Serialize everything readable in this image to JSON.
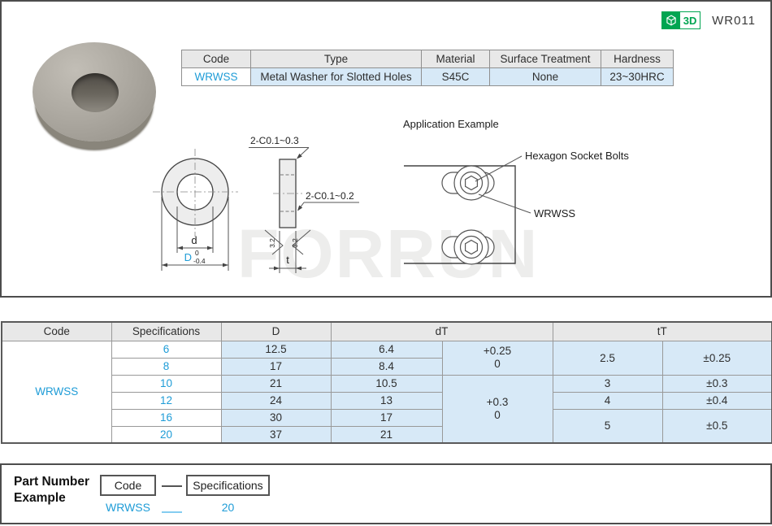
{
  "header": {
    "model_code": "WR011",
    "badge_3d": "3D"
  },
  "info_table": {
    "headers": [
      "Code",
      "Type",
      "Material",
      "Surface Treatment",
      "Hardness"
    ],
    "row": {
      "code": "WRWSS",
      "type": "Metal Washer for Slotted Holes",
      "material": "S45C",
      "surface_treatment": "None",
      "hardness": "23~30HRC"
    }
  },
  "drawing": {
    "chamfer_top": "2-C0.1~0.3",
    "chamfer_mid": "2-C0.1~0.2",
    "dim_d": "d",
    "dim_D": "D",
    "dim_D_tol_upper": "0",
    "dim_D_tol_lower": "-0.4",
    "dim_t": "t",
    "roughness": "3.2"
  },
  "application": {
    "title": "Application Example",
    "labels": {
      "bolt": "Hexagon Socket Bolts",
      "washer": "WRWSS"
    }
  },
  "watermark": "FORRUN",
  "spec_table": {
    "headers": {
      "code": "Code",
      "spec": "Specifications",
      "D": "D",
      "dT": "dT",
      "tT": "tT"
    },
    "code": "WRWSS",
    "rows": [
      {
        "spec": "6",
        "D": "12.5",
        "dT": "6.4"
      },
      {
        "spec": "8",
        "D": "17",
        "dT": "8.4"
      },
      {
        "spec": "10",
        "D": "21",
        "dT": "10.5"
      },
      {
        "spec": "12",
        "D": "24",
        "dT": "13"
      },
      {
        "spec": "16",
        "D": "30",
        "dT": "17"
      },
      {
        "spec": "20",
        "D": "37",
        "dT": "21"
      }
    ],
    "merged": {
      "dT_tol_rows_1_2": "+0.25\n0",
      "dT_tol_rows_3_6": "+0.3\n0",
      "tT_rows_1_2": "2.5",
      "tT_tol_rows_1_2": "±0.25",
      "tT_row_3": "3",
      "tT_tol_row_3": "±0.3",
      "tT_row_4": "4",
      "tT_tol_row_4": "±0.4",
      "tT_rows_5_6": "5",
      "tT_tol_rows_5_6": "±0.5"
    }
  },
  "part_number_example": {
    "title": "Part Number Example",
    "code_box_label": "Code",
    "spec_box_label": "Specifications",
    "code_value": "WRWSS",
    "spec_value": "20"
  },
  "colors": {
    "accent_blue": "#1e9cd7",
    "light_blue_bg": "#d7e9f7",
    "badge_green": "#00a551",
    "header_gray": "#e8e8e8"
  }
}
